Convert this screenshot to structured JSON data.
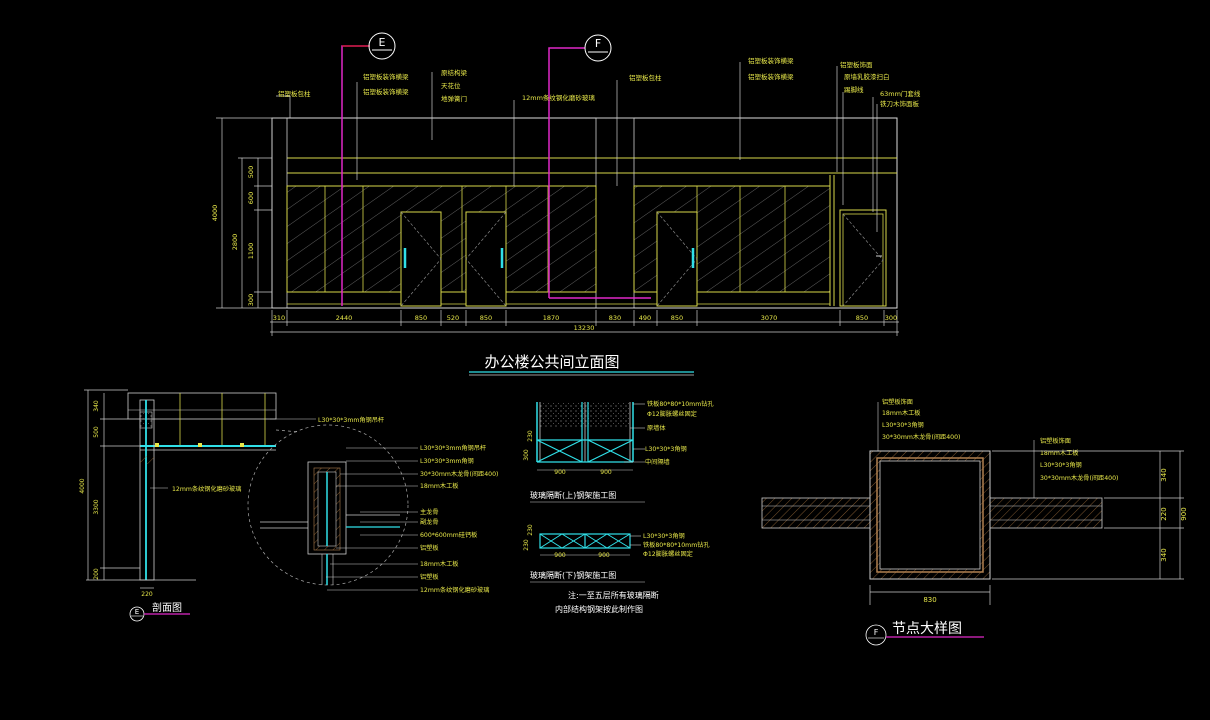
{
  "colors": {
    "background": "#000000",
    "white": "#ffffff",
    "yellow": "#d8d84a",
    "magenta": "#e028c8",
    "cyan": "#30e0e8",
    "red": "#e01818",
    "grey": "#8a8a8a",
    "brown": "#b08050"
  },
  "elevation": {
    "title": "办公楼公共间立面图",
    "section_e": "E",
    "section_f": "F",
    "labels": {
      "a1": "铝塑板包柱",
      "a2": "铝塑板装饰横梁",
      "a3": "铝塑板装饰横梁",
      "a4": "原结构梁",
      "a5": "天花位",
      "a6": "地弹簧门",
      "a7": "12mm条纹钢化磨砂玻璃",
      "a8": "铝塑板包柱",
      "a9": "铝塑板装饰横梁",
      "a10": "铝塑板装饰横梁",
      "a11": "铝塑板饰面",
      "a12": "原墙乳胶漆扫白",
      "a13": "踢脚线",
      "a14": "63mm门套线",
      "a15": "铁刀木饰面板"
    },
    "vdims": {
      "total": "4000",
      "mid": "2800",
      "d1": "500",
      "d2": "600",
      "d3": "1100",
      "d4": "300"
    },
    "hdims": [
      "310",
      "2440",
      "850",
      "520",
      "850",
      "1870",
      "830",
      "490",
      "850",
      "3070",
      "850",
      "300"
    ],
    "overall": "13230"
  },
  "section": {
    "label_d1": "L30*30*3mm角钢吊杆",
    "label_glass": "12mm条纹钢化磨砂玻璃",
    "details": [
      "L30*30*3mm角钢吊杆",
      "L30*30*3mm角钢",
      "30*30mm木龙骨(间距400)",
      "18mm木工板",
      "主龙骨",
      "副龙骨",
      "600*600mm硅钙板",
      "铝塑板",
      "18mm木工板",
      "铝塑板",
      "12mm条纹钢化磨砂玻璃"
    ],
    "vdims": {
      "d1": "340",
      "d2": "500",
      "total": "4000",
      "d3": "3300",
      "d4": "200"
    },
    "hdim": "220",
    "title": "剖面图",
    "tag": "E"
  },
  "steel_upper": {
    "labels": [
      "铁板80*80*10mm钻孔",
      "Φ12膨胀螺丝固定",
      "原墙体",
      "L30*30*3角钢",
      "中间隔墙"
    ],
    "dims": [
      "900",
      "900"
    ],
    "vdim_a": "230",
    "vdim_b": "300",
    "title": "玻璃隔断(上)钢架施工图"
  },
  "steel_lower": {
    "labels": [
      "L30*30*3角钢",
      "铁板80*80*10mm钻孔",
      "Φ12膨胀螺丝固定"
    ],
    "dims": [
      "900",
      "900"
    ],
    "vdim_a": "230",
    "vdim_b": "230",
    "title": "玻璃隔断(下)钢架施工图"
  },
  "note": {
    "line1": "注:一至五层所有玻璃隔断",
    "line2": "内部结构钢架按此制作图"
  },
  "node": {
    "labels_left": [
      "铝塑板饰面",
      "18mm木工板",
      "L30*30*3角钢",
      "30*30mm木龙骨(间距400)"
    ],
    "labels_right": [
      "铝塑板饰面",
      "18mm木工板",
      "L30*30*3角钢",
      "30*30mm木龙骨(间距400)"
    ],
    "dim_bottom": "830",
    "vdims": {
      "d1": "340",
      "d2": "220",
      "d3": "340",
      "total": "900"
    },
    "title": "节点大样图",
    "tag": "F"
  }
}
